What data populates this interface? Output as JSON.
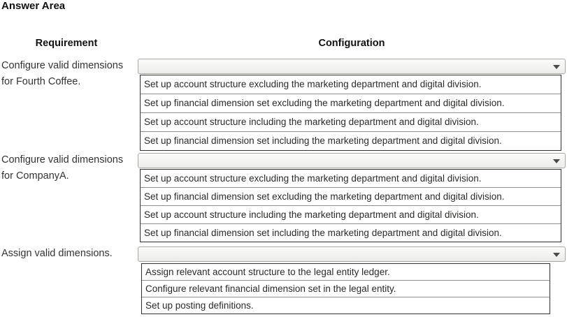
{
  "title": "Answer Area",
  "columns": {
    "requirement": "Requirement",
    "configuration": "Configuration"
  },
  "rows": [
    {
      "requirement": "Configure valid dimensions for Fourth Coffee.",
      "dropdown_value": "",
      "options": [
        "Set up account structure excluding the marketing department and digital division.",
        "Set up financial dimension set excluding the marketing department and digital division.",
        "Set up account structure including the marketing department and digital division.",
        "Set up financial dimension set including the marketing department and digital division."
      ]
    },
    {
      "requirement": "Configure valid dimensions for CompanyA.",
      "dropdown_value": "",
      "options": [
        "Set up account structure excluding the marketing department and digital division.",
        "Set up financial dimension set excluding the marketing department and digital division.",
        "Set up account structure including the marketing department and digital division.",
        "Set up financial dimension set including the marketing department and digital division."
      ]
    },
    {
      "requirement": "Assign valid dimensions.",
      "dropdown_value": "",
      "options": [
        "Assign relevant account structure to the legal entity ledger.",
        "Configure relevant financial dimension set in the legal entity.",
        "Set up posting definitions."
      ]
    }
  ],
  "colors": {
    "list_border": "#323130",
    "row_separator": "#8f8f8f",
    "dropdown_border": "#a9a8a2",
    "arrow": "#4a4a49",
    "text": "#2b2a28"
  }
}
